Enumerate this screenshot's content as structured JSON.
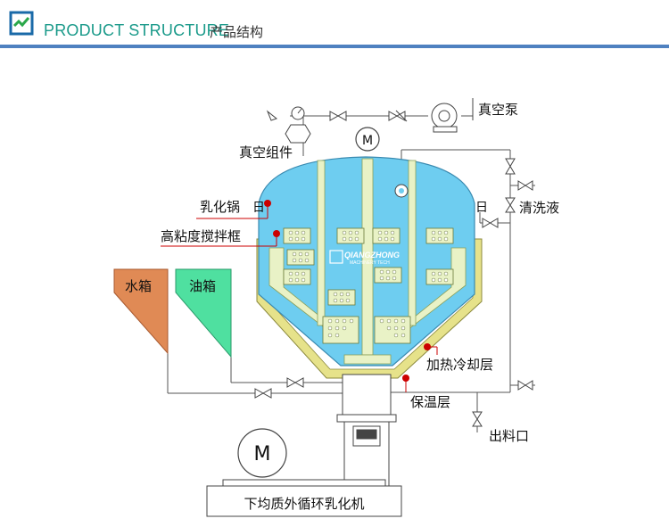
{
  "header": {
    "title_en": "PRODUCT STRUCTURE",
    "title_cn": "产品结构"
  },
  "labels": {
    "vacuum_pump": "真空泵",
    "vacuum_assembly": "真空组件",
    "emulsifying_pot": "乳化锅",
    "high_viscosity_frame": "高粘度搅拌框",
    "cleaning_fluid": "清洗液",
    "water_tank": "水箱",
    "oil_tank": "油箱",
    "heating_cooling_layer": "加热冷却层",
    "insulation_layer": "保温层",
    "outlet": "出料口",
    "bottom_homogenizer": "下均质外循环乳化机",
    "motor_letter": "M"
  },
  "watermark": {
    "brand": "QIANGZHONG",
    "sub": "MACHINERY TECH"
  },
  "colors": {
    "accent_teal": "#1a9a8a",
    "rule_blue": "#4f81c0",
    "tank_blue": "#6ecdf0",
    "jacket_yellow": "#e6e28a",
    "frame_green": "#e9f2c6",
    "water_tank": "#e08a55",
    "oil_tank": "#4fe0a0",
    "marker_red": "#cc0000"
  }
}
